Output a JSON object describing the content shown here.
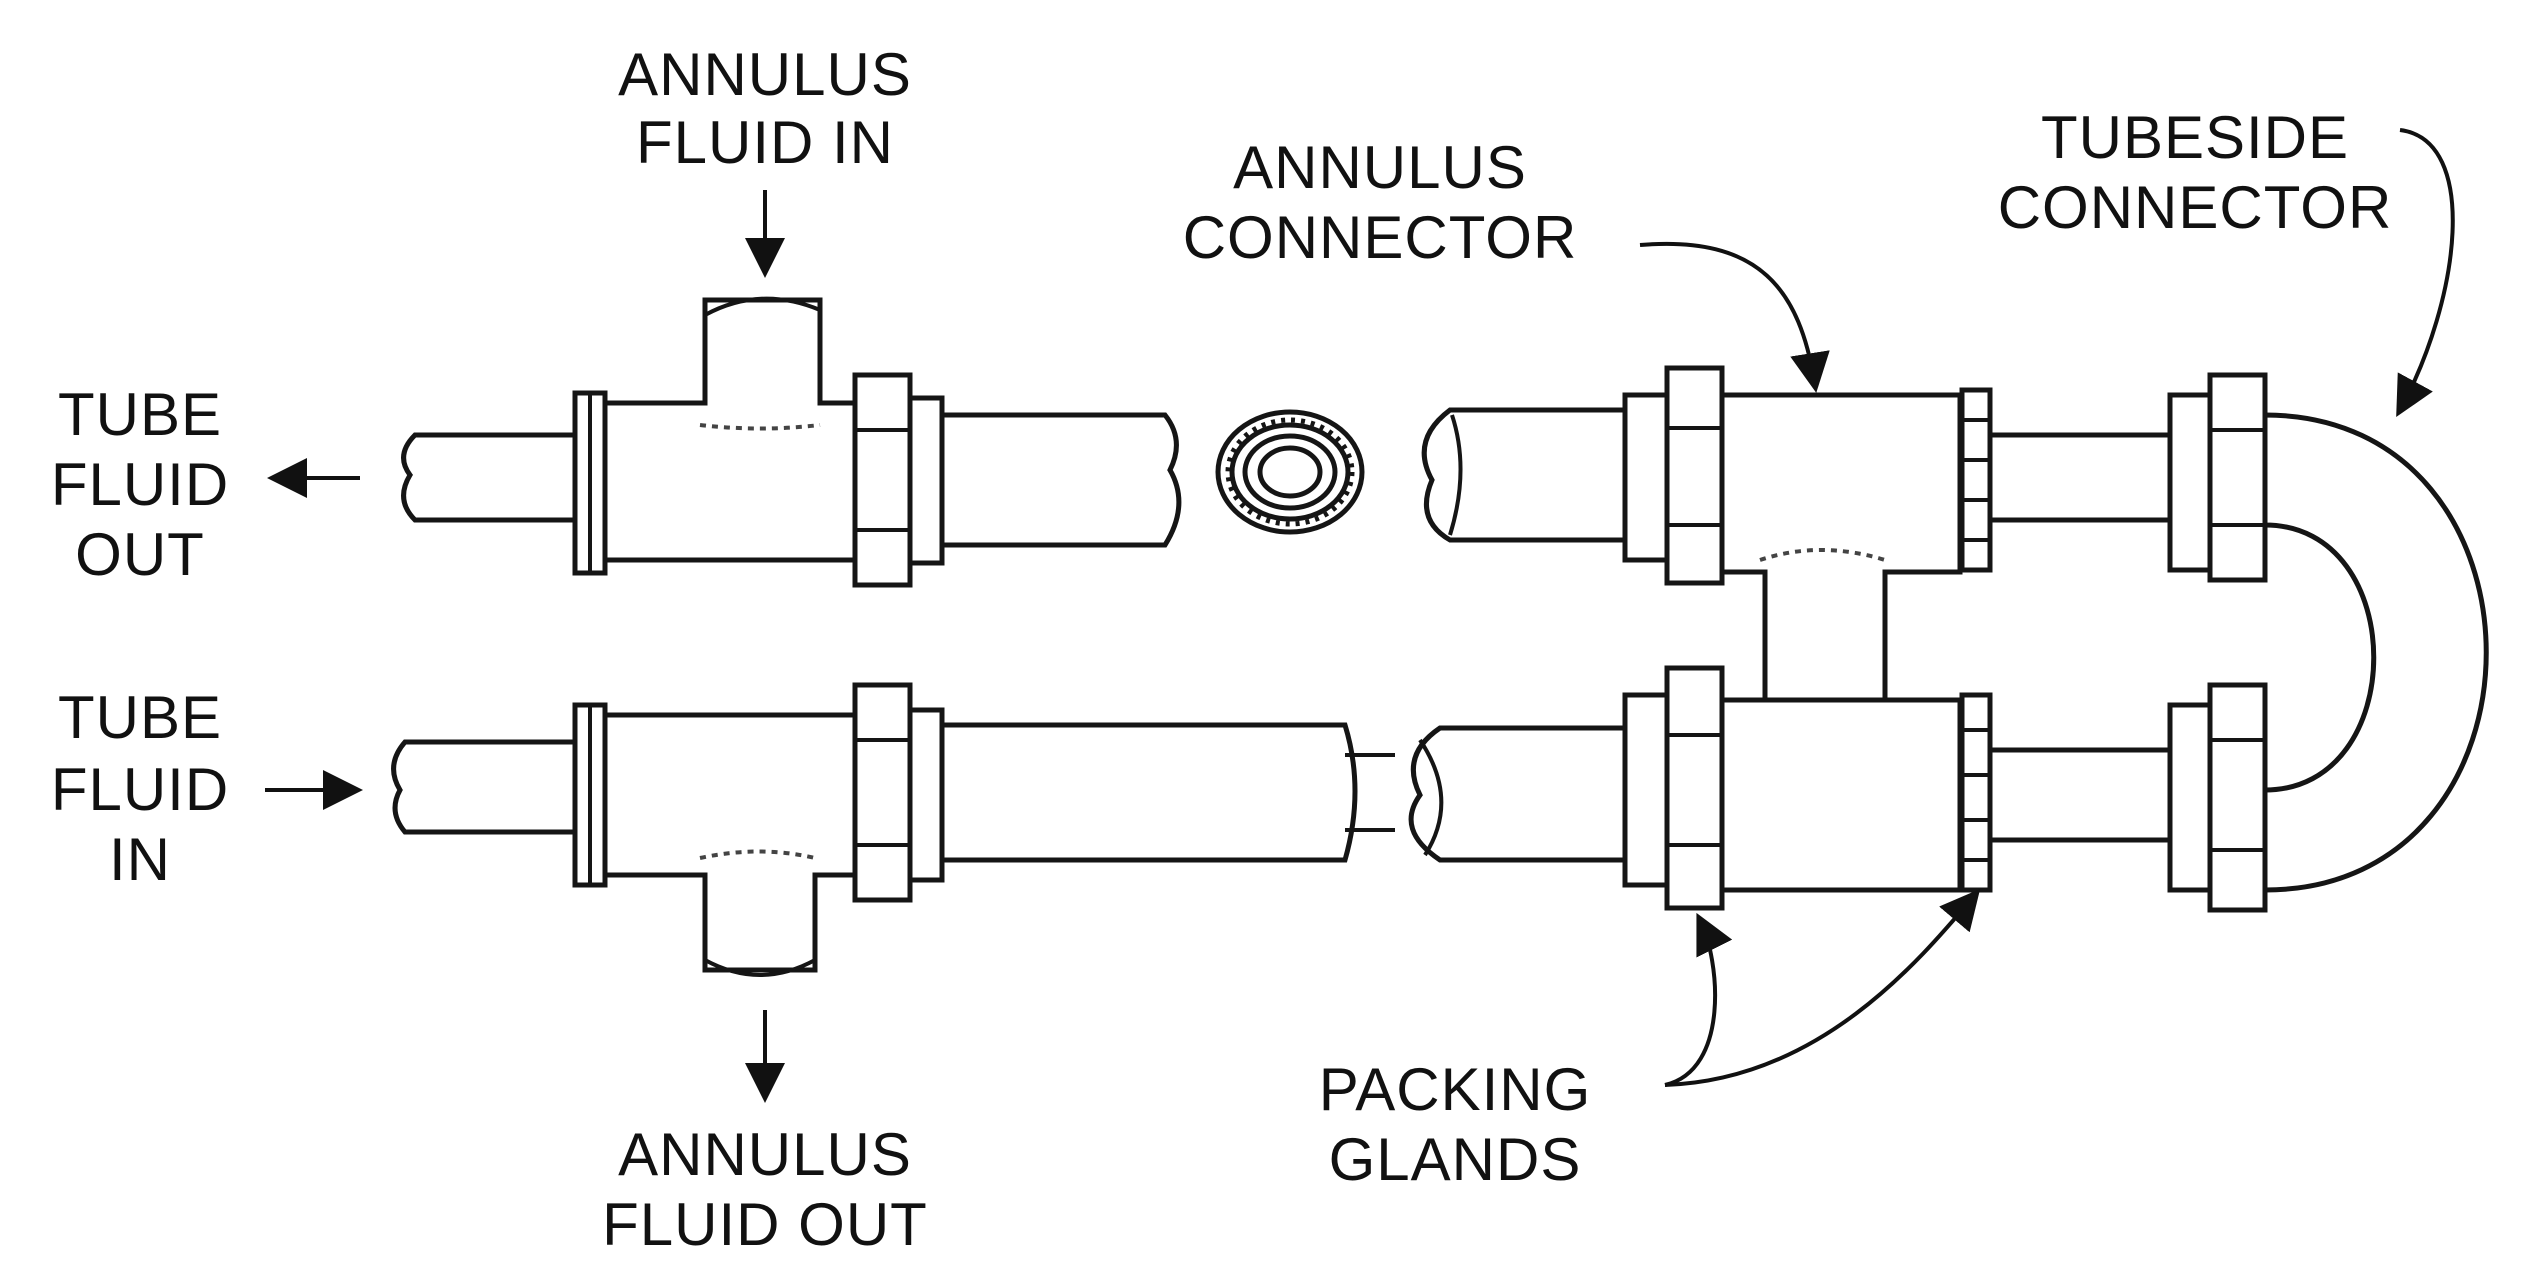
{
  "labels": {
    "annulus_fluid_in": [
      "ANNULUS",
      "FLUID IN"
    ],
    "annulus_fluid_out": [
      "ANNULUS",
      "FLUID OUT"
    ],
    "tube_fluid_out": [
      "TUBE",
      "FLUID",
      "OUT"
    ],
    "tube_fluid_in": [
      "TUBE",
      "FLUID",
      "IN"
    ],
    "annulus_connector": [
      "ANNULUS",
      "CONNECTOR"
    ],
    "tubeside_connector": [
      "TUBESIDE",
      "CONNECTOR"
    ],
    "packing_glands": [
      "PACKING",
      "GLANDS"
    ]
  },
  "colors": {
    "line": "#151515",
    "background": "#ffffff"
  }
}
